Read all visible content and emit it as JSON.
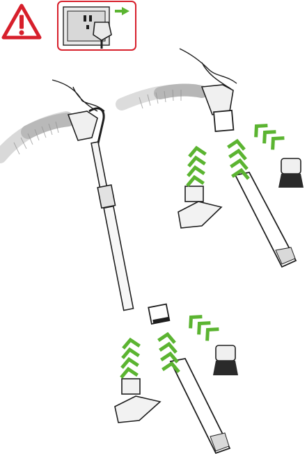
{
  "colors": {
    "warning_red": "#d71f2b",
    "arrow_green": "#5bb431",
    "outline": "#1e1e1e",
    "hose_gray": "#9a9a9a",
    "socket_gray": "#e6e6e6",
    "part_light": "#f2f2f2",
    "part_mid": "#c8c8c8",
    "brush_dark": "#2a2a2a"
  },
  "icons": {
    "warning": "warning-triangle-icon",
    "unplug": "unplug-from-socket-icon"
  },
  "panels": [
    {
      "name": "hose-only-attachments",
      "tools": [
        "upholstery-tool",
        "crevice-tool",
        "dusting-brush"
      ]
    },
    {
      "name": "wand-attachments",
      "tools": [
        "upholstery-tool",
        "crevice-tool",
        "dusting-brush"
      ]
    }
  ]
}
